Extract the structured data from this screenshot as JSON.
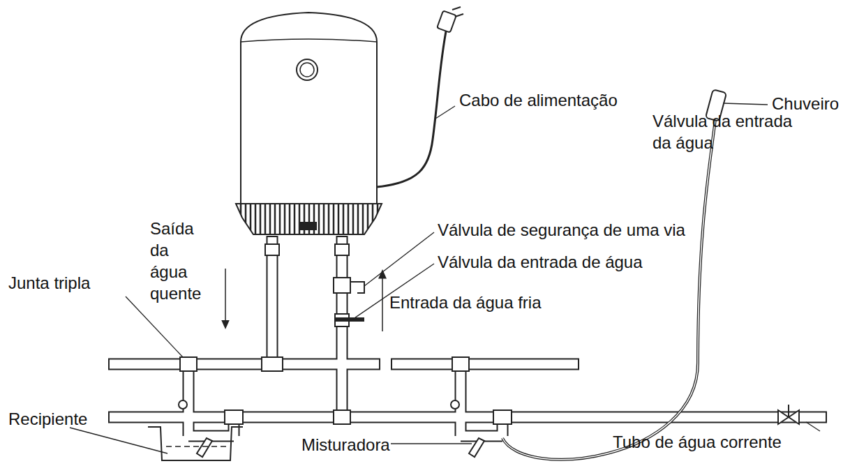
{
  "diagram": {
    "labels": [
      "Cabo de alimentação",
      "Saída da água quente",
      "Válvula de segurança de uma via",
      "Junta tripla",
      "Válvula da entrada de água",
      "Chuveiro",
      "Entrada da água fria",
      "Válvula da entrada da água",
      "Recipiente",
      "Misturadora",
      "Tubo de água corrente"
    ]
  }
}
